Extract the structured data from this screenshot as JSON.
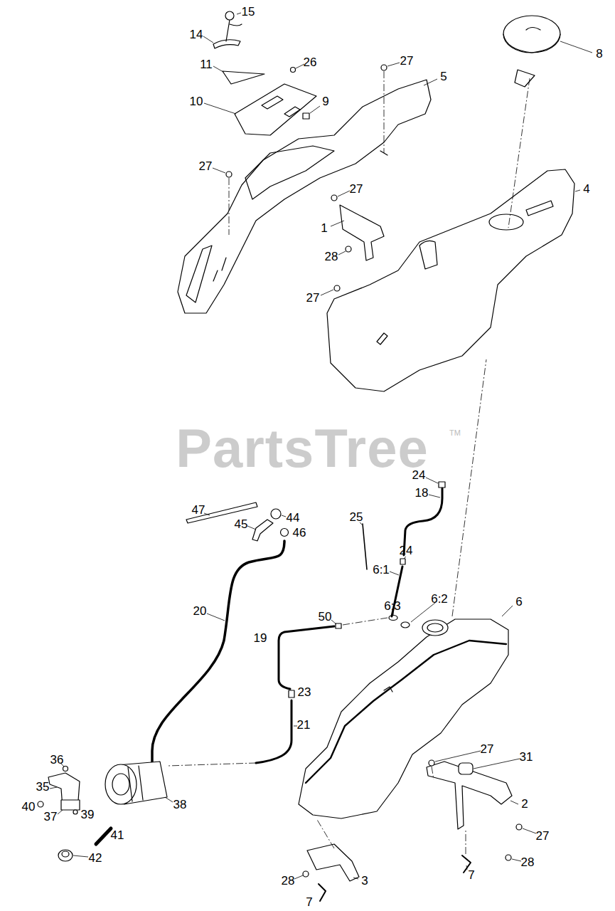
{
  "diagram": {
    "labels": [
      "15",
      "14",
      "11",
      "26",
      "27",
      "5",
      "8",
      "10",
      "9",
      "4",
      "27",
      "27",
      "1",
      "28",
      "27",
      "PartsTree",
      "TM",
      "24",
      "18",
      "47",
      "44",
      "25",
      "45",
      "46",
      "24",
      "6:1",
      "20",
      "6:3",
      "6:2",
      "6",
      "50",
      "19",
      "23",
      "21",
      "36",
      "27",
      "31",
      "35",
      "2",
      "40",
      "38",
      "39",
      "37",
      "41",
      "27",
      "42",
      "28",
      "7",
      "28",
      "3",
      "7"
    ]
  }
}
